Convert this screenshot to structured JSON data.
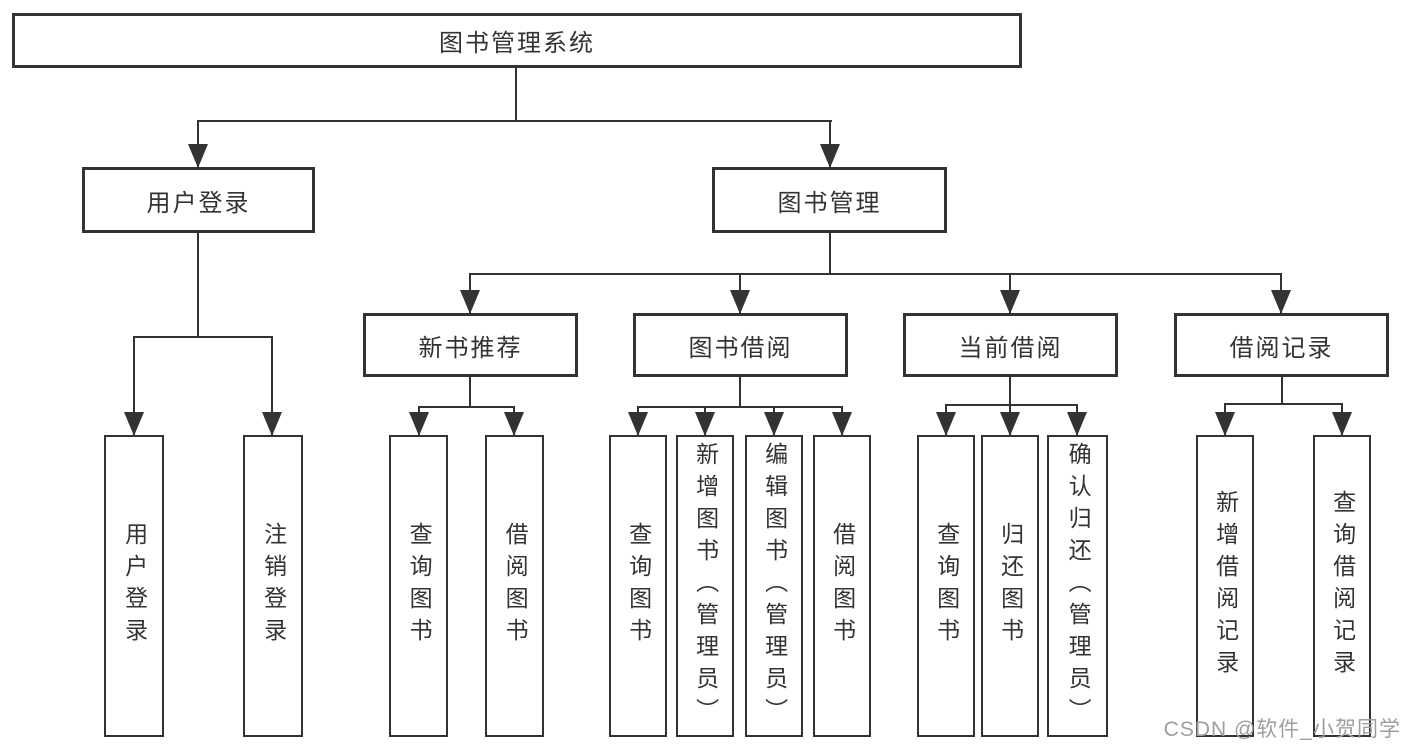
{
  "tree": {
    "root": "图书管理系统",
    "level2": [
      "用户登录",
      "图书管理"
    ],
    "level3": [
      "新书推荐",
      "图书借阅",
      "当前借阅",
      "借阅记录"
    ],
    "login_children": [
      "用户登录",
      "注销登录"
    ],
    "recommend_children": [
      "查询图书",
      "借阅图书"
    ],
    "borrow_children": [
      "查询图书",
      "新增图书（管理员）",
      "编辑图书（管理员）",
      "借阅图书"
    ],
    "current_children": [
      "查询图书",
      "归还图书",
      "确认归还（管理员）"
    ],
    "records_children": [
      "新增借阅记录",
      "查询借阅记录"
    ]
  },
  "watermark": "CSDN @软件_小贺同学",
  "colors": {
    "line": "#333333",
    "text": "#333333",
    "watermark": "#9e9e9e",
    "background": "#ffffff"
  }
}
